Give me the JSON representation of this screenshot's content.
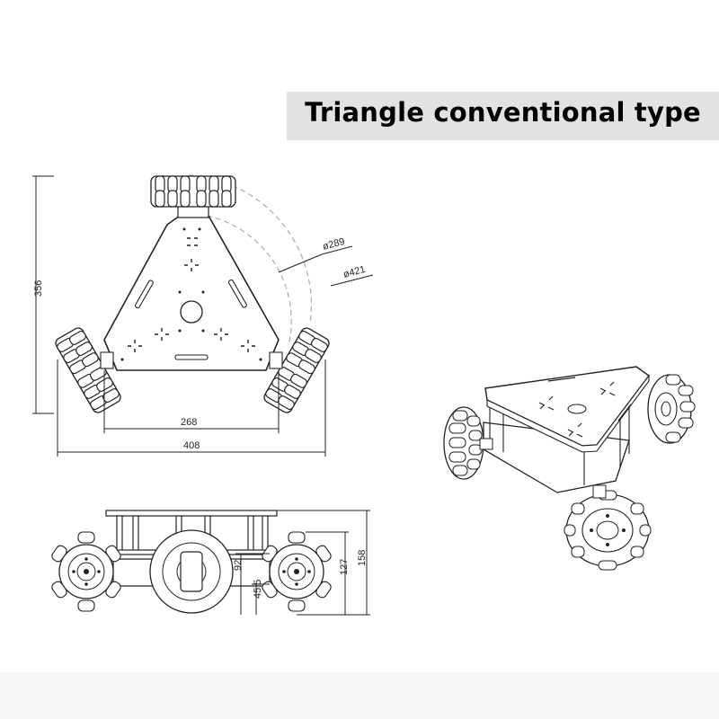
{
  "title": "Triangle conventional type",
  "dimensions": {
    "height_356": "356",
    "width_268": "268",
    "width_408": "408",
    "dia_289": "ø289",
    "dia_421": "ø421",
    "h_92": "92",
    "h_45_5": "45.5",
    "h_127": "127",
    "h_158": "158"
  }
}
